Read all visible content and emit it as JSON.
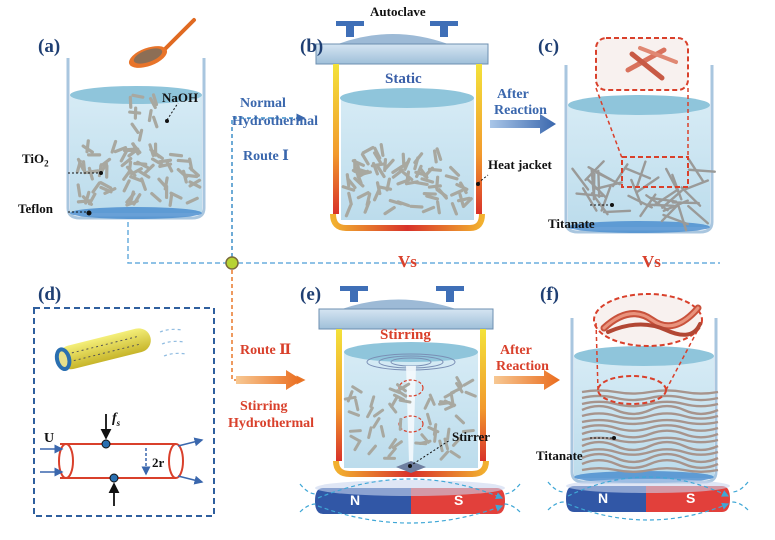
{
  "panels": {
    "a": "(a)",
    "b": "(b)",
    "c": "(c)",
    "d": "(d)",
    "e": "(e)",
    "f": "(f)"
  },
  "labels": {
    "naoh": "NaOH",
    "tio2_main": "TiO",
    "tio2_sub": "2",
    "teflon": "Teflon",
    "autoclave": "Autoclave",
    "static": "Static",
    "heat_jacket": "Heat jacket",
    "titanate_c": "Titanate",
    "titanate_f": "Titanate",
    "stirring": "Stirring",
    "stirrer": "Stirrer",
    "magnet_n_e": "N",
    "magnet_s_e": "S",
    "magnet_n_f": "N",
    "magnet_s_f": "S",
    "vs1": "Vs",
    "vs2": "Vs",
    "route1_line1": "Normal",
    "route1_line2": "Hydrothermal",
    "route1_name": "Route Ⅰ",
    "route2_name": "Route Ⅱ",
    "route2_line1": "Stirring",
    "route2_line2": "Hydrothermal",
    "after_c_line1": "After",
    "after_c_line2": "Reaction",
    "after_f_line1": "After",
    "after_f_line2": "Reaction",
    "diagram_u": "U",
    "diagram_fs": "f",
    "diagram_fs_sub": "s",
    "diagram_2r": "2r"
  },
  "colors": {
    "beaker": "#b9d3ea",
    "liquid": "#cfe6f3",
    "liquid_top": "#8fc8dd",
    "lid": "#bcd5e8",
    "dashed_blue": "#5aa0d6",
    "dashed_orange": "#e8782b",
    "arrow_blue": "#3f6fb7",
    "arrow_orange": "#f08a2c",
    "rod": "#a8a8a0",
    "nanowire": "#a7948c",
    "red": "#d9402b",
    "magnet_n": "#3157a6",
    "magnet_s": "#e2403b",
    "node": "#b7d334"
  }
}
